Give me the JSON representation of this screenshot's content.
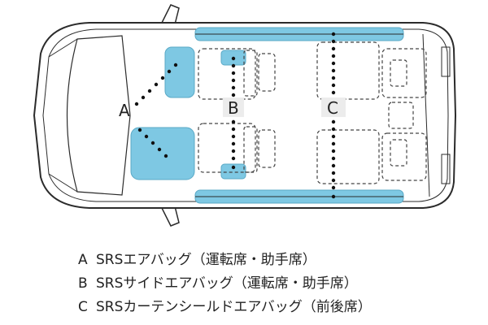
{
  "diagram": {
    "markers": {
      "a": "A",
      "b": "B",
      "c": "C"
    },
    "colors": {
      "airbag": "#7ec8e3",
      "outline": "#2b2b2b",
      "dashed": "#444444",
      "chain": "#111111",
      "label_bg": "#ececec"
    }
  },
  "legend": [
    {
      "key": "A",
      "text": "SRSエアバッグ（運転席・助手席）"
    },
    {
      "key": "B",
      "text": "SRSサイドエアバッグ（運転席・助手席）"
    },
    {
      "key": "C",
      "text": "SRSカーテンシールドエアバッグ（前後席）"
    }
  ]
}
